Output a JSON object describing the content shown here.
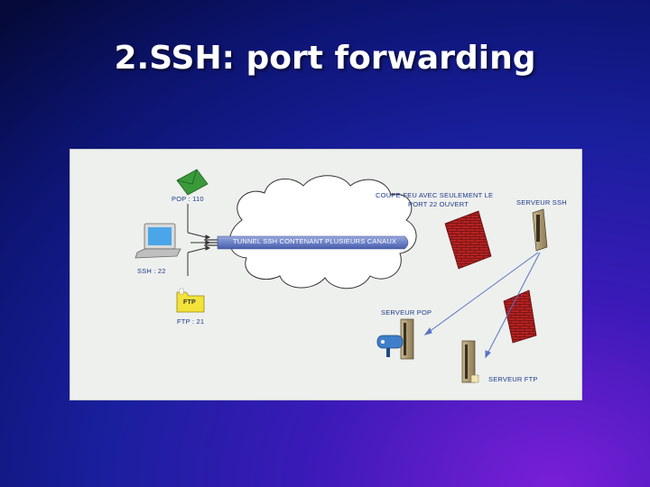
{
  "title": "2.SSH: port forwarding",
  "diagram": {
    "pop_label": "POP : 110",
    "ssh_label": "SSH : 22",
    "ftp_label": "FTP : 21",
    "ftp_folder_text": "FTP",
    "tunnel_label": "TUNNEL SSH CONTENANT PLUSIEURS CANAUX",
    "firewall_label_line1": "COUPE-FEU AVEC SEULEMENT LE",
    "firewall_label_line2": "PORT 22 OUVERT",
    "ssh_server_label": "SERVEUR SSH",
    "pop_server_label": "SERVEUR POP",
    "ftp_server_label": "SERVEUR FTP"
  },
  "colors": {
    "label": "#1d3a8a",
    "tunnel": "#6c82c8",
    "firewall": "#b42222",
    "envelope": "#3a9a3a",
    "ftp_folder": "#f2e23a"
  }
}
